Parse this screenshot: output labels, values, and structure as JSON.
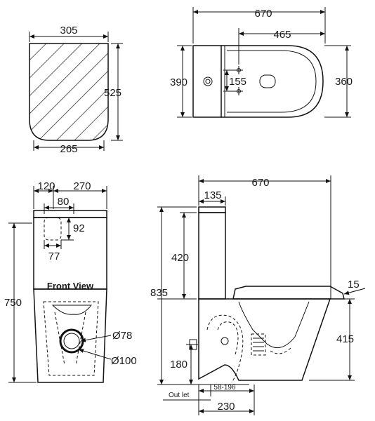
{
  "top_left": {
    "width_top": "305",
    "height": "525",
    "width_bottom": "265"
  },
  "top_right": {
    "length": "670",
    "seat_length": "465",
    "width_tank": "390",
    "width_bowl": "360",
    "hole_spacing": "155"
  },
  "front": {
    "d1": "120",
    "d2": "270",
    "d3": "80",
    "d4": "92",
    "d5": "77",
    "height": "750",
    "title": "Front View",
    "outlet_d": "Ø78",
    "outer_d": "Ø100"
  },
  "side": {
    "length": "670",
    "tank_depth": "135",
    "tank_height": "420",
    "overall_height": "835",
    "seat": "15",
    "rim_height": "415",
    "outlet_height": "180",
    "outlet_label": "Out let",
    "outlet_range": "58-196",
    "outlet_dist": "230"
  }
}
